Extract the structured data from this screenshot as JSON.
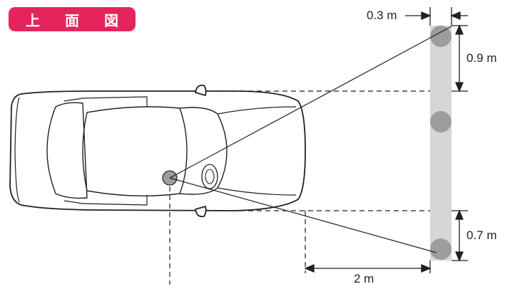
{
  "view_title": "上 面 図",
  "dimensions": {
    "pole_width": "0.3 m",
    "top_offset": "0.9 m",
    "bottom_offset": "0.7 m",
    "distance": "2 m"
  },
  "colors": {
    "badge": "#e5245c",
    "pole": "#d6d6d6",
    "marker": "#9d9d9f",
    "line": "#231f20"
  }
}
